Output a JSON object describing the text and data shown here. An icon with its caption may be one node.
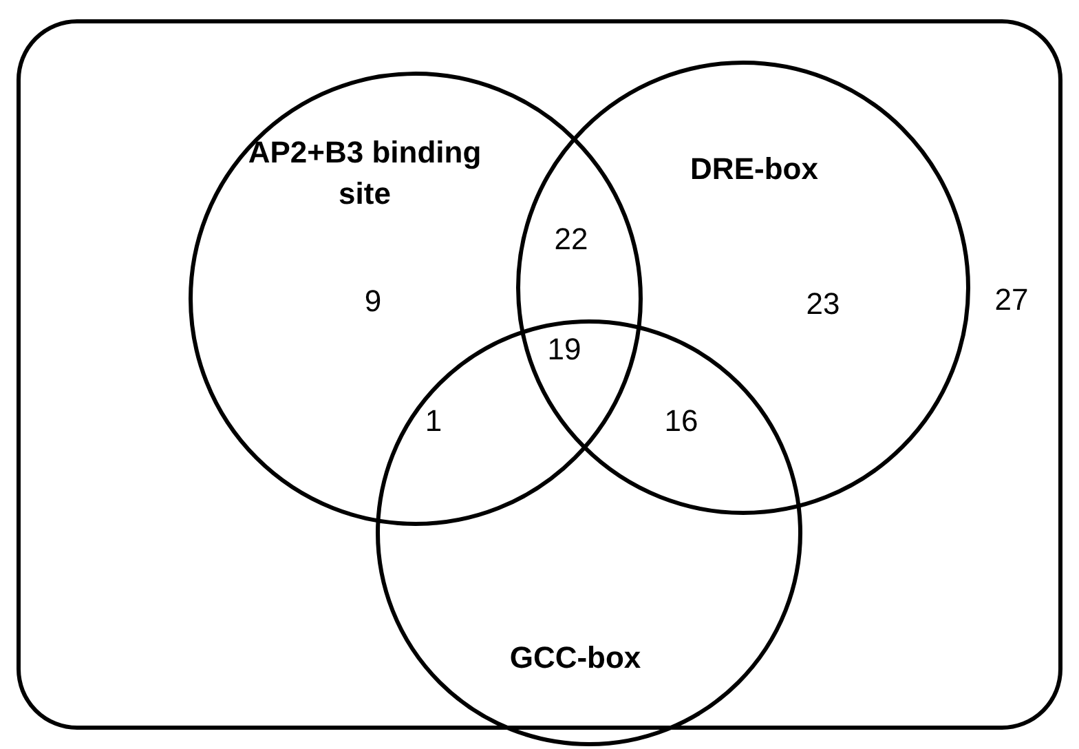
{
  "diagram": {
    "nodes": [
      {
        "text": [
          "27"
        ]
      },
      {
        "text": [
          "AP2+B3 binding site",
          "9"
        ],
        "in": 0
      },
      {
        "text": [
          "DRE-box",
          "23"
        ],
        "in": 0
      },
      {
        "text": [
          "GCC-box"
        ],
        "in": 0
      }
    ],
    "labels": [
      "22",
      "19",
      "1",
      "16"
    ]
  }
}
